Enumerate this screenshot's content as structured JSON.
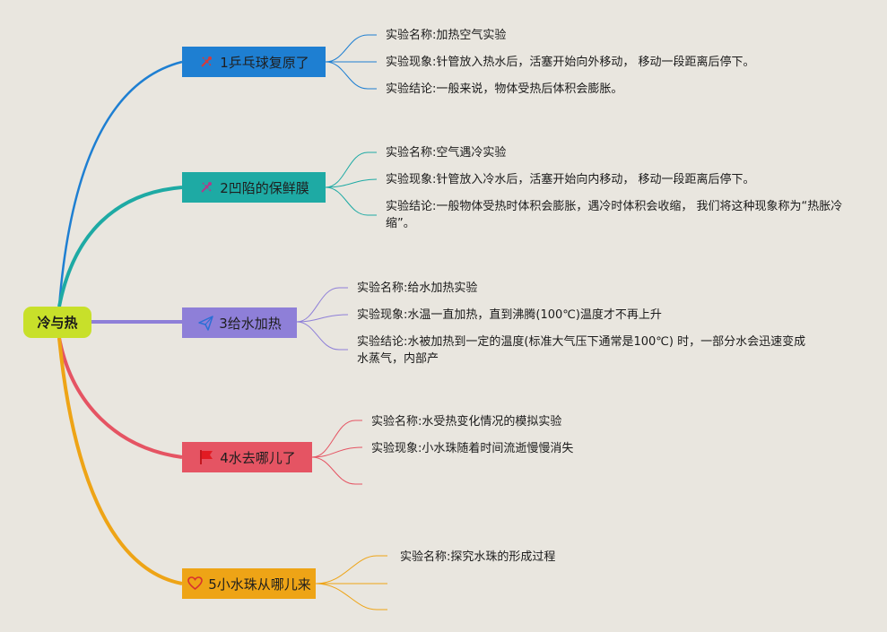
{
  "root": {
    "label": "冷与热"
  },
  "branches": [
    {
      "label": "1乒乓球复原了",
      "icon": "tools-icon",
      "color": "#1e7fd2",
      "leaves": [
        "实验名称:加热空气实验",
        "实验现象:针管放入热水后，活塞开始向外移动， 移动一段距离后停下。",
        "实验结论:一般来说，物体受热后体积会膨胀。"
      ]
    },
    {
      "label": "2凹陷的保鲜膜",
      "icon": "tools-icon",
      "color": "#1eaaa4",
      "leaves": [
        "实验名称:空气遇冷实验",
        "实验现象:针管放入冷水后，活塞开始向内移动， 移动一段距离后停下。",
        "实验结论:一般物体受热时体积会膨胀，遇冷时体积会收缩， 我们将这种现象称为“热胀冷缩”。"
      ]
    },
    {
      "label": "3给水加热",
      "icon": "paper-plane-icon",
      "color": "#8e7fd8",
      "leaves": [
        "实验名称:给水加热实验",
        "实验现象:水温一直加热，直到沸腾(100℃)温度才不再上升",
        "实验结论:水被加热到一定的温度(标准大气压下通常是100℃) 时，一部分水会迅速变成水蒸气，内部产"
      ]
    },
    {
      "label": "4水去哪儿了",
      "icon": "flag-icon",
      "color": "#e55463",
      "leaves": [
        "实验名称:水受热变化情况的模拟实验",
        "实验现象:小水珠随着时间流逝慢慢消失"
      ]
    },
    {
      "label": "5小水珠从哪儿来",
      "icon": "heart-icon",
      "color": "#eea416",
      "leaves": [
        "实验名称:探究水珠的形成过程"
      ]
    }
  ]
}
